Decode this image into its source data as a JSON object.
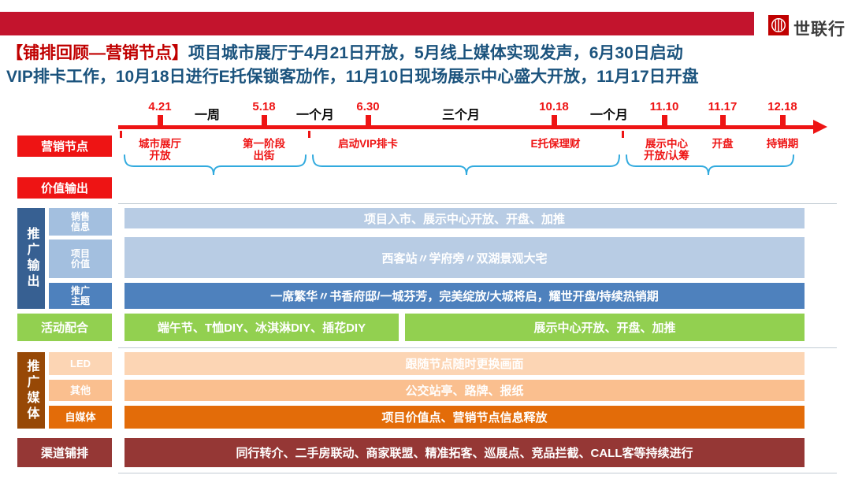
{
  "colors": {
    "header_bar": "#c3142d",
    "brand_red": "#c00000",
    "timeline_red": "#ee1414",
    "title_blue": "#1b537d",
    "brace_blue": "#31aade",
    "light_blue_bar": "#b8cce4",
    "mid_blue_bar": "#4e81bd",
    "dark_blue_rail": "#376092",
    "green_bar": "#92d050",
    "peach_light": "#fcd5b4",
    "peach_mid": "#fabf8f",
    "orange_bar": "#e36c09",
    "dark_orange_rail": "#974806",
    "dark_red_bar": "#953735"
  },
  "header": {
    "logo_text": "世联行"
  },
  "title": {
    "highlight": "【铺排回顾—营销节点】",
    "line1": "项目城市展厅于4月21日开放，5月线上媒体实现发声，6月30日启动",
    "line2": "VIP排卡工作，10月18日进行E托保锁客劢作，11月10日现场展示中心盛大开放，11月17日开盘"
  },
  "timeline": {
    "dates": [
      {
        "label": "4.21"
      },
      {
        "label": "5.18"
      },
      {
        "label": "6.30"
      },
      {
        "label": "10.18"
      },
      {
        "label": "11.10"
      },
      {
        "label": "11.17"
      },
      {
        "label": "12.18"
      }
    ],
    "intervals": [
      {
        "label": "一周"
      },
      {
        "label": "一个月"
      },
      {
        "label": "三个月"
      },
      {
        "label": "一个月"
      }
    ],
    "nodes": [
      {
        "label": "城市展厅\n开放"
      },
      {
        "label": "第一阶段\n出街"
      },
      {
        "label": "启动VIP排卡"
      },
      {
        "label": "E托保理财"
      },
      {
        "label": "展示中心\n开放/认筹"
      },
      {
        "label": "开盘"
      },
      {
        "label": "持销期"
      }
    ]
  },
  "rows": {
    "marketing_nodes_label": "营销节点",
    "value_output_label": "价值输出",
    "promo_output": {
      "label": "推广输出",
      "sub1": "销售\n信息",
      "sub2": "项目\n价值",
      "sub3": "推广\n主题",
      "bar1": "项目入市、展示中心开放、开盘、加推",
      "bar2": "西客站〃学府旁〃双湖景观大宅",
      "bar3": "一席繁华〃书香府邸/一城芬芳，完美绽放/大城将启，耀世开盘/持续热销期"
    },
    "events": {
      "label": "活动配合",
      "bar1": "端午节、T恤DIY、冰淇淋DIY、插花DIY",
      "bar2": "展示中心开放、开盘、加推"
    },
    "promo_media": {
      "label": "推广媒体",
      "sub1": "LED",
      "sub2": "其他",
      "sub3": "自媒体",
      "bar1": "跟随节点随时更换画面",
      "bar2": "公交站亭、路牌、报纸",
      "bar3": "项目价值点、营销节点信息释放"
    },
    "channels": {
      "label": "渠道铺排",
      "bar": "同行转介、二手房联动、商家联盟、精准拓客、巡展点、竞品拦截、CALL客等持续进行"
    }
  }
}
